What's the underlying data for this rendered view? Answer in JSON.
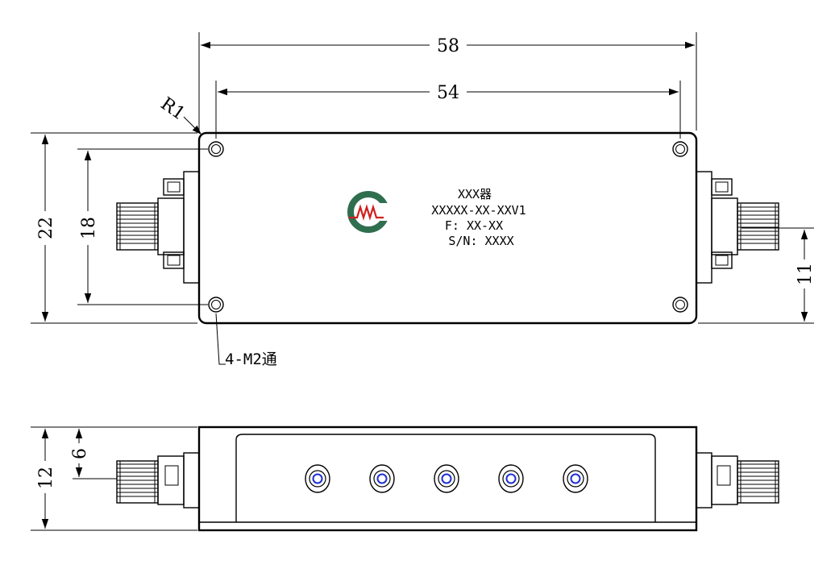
{
  "dimensions": {
    "overall_length": "58",
    "hole_spacing_length": "54",
    "corner_radius": "R1",
    "overall_width": "22",
    "hole_spacing_width": "18",
    "connector_offset": "11",
    "height": "12",
    "connector_height": "6"
  },
  "callouts": {
    "holes": "4-M2通"
  },
  "product_label": {
    "line1": "XXX器",
    "line2": "XXXXX-XX-XXV1",
    "line3": "F: XX-XX",
    "line4": "S/N: XXXX"
  },
  "logo": {
    "letters": "MW",
    "ring_color": "#2f6f50",
    "mark_color": "#d0201c"
  },
  "colors": {
    "screw_blue": "#1e2fd6"
  },
  "side_view": {
    "tuning_screw_count": 5
  }
}
